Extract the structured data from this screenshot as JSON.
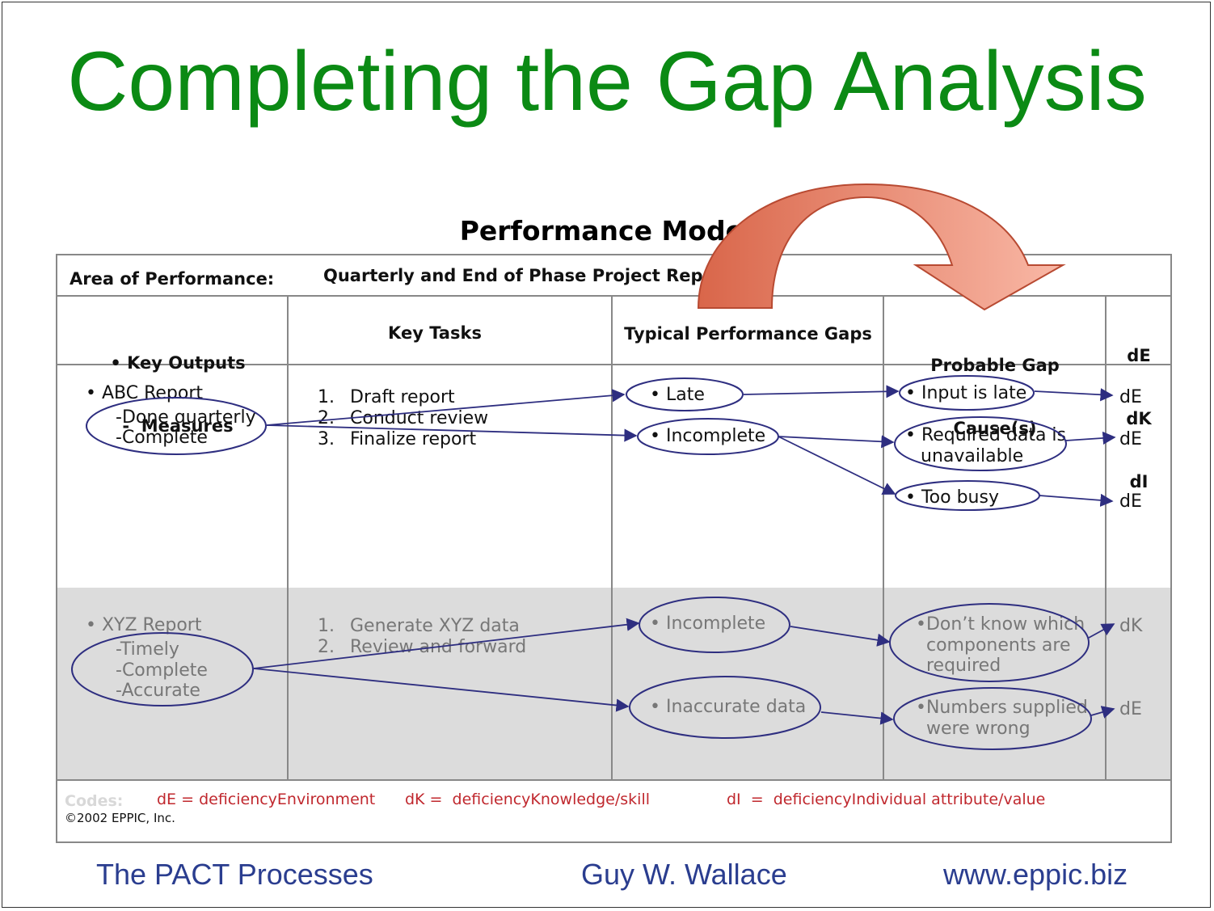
{
  "title": "Completing the Gap Analysis",
  "model_title": "Performance Model",
  "area": {
    "label": "Area of Performance:",
    "value": "Quarterly and End of Phase Project Reporting"
  },
  "columns": {
    "outputs_line1": "• Key Outputs",
    "outputs_line2": "-  Measures",
    "tasks": "Key Tasks",
    "gaps": "Typical Performance Gaps",
    "causes_line1": "Probable Gap",
    "causes_line2": "Cause(s)",
    "codes_line1": "dE",
    "codes_line2": "dK",
    "codes_line3": "dI"
  },
  "row1": {
    "output": "• ABC Report",
    "measures": [
      "-Done quarterly",
      "-Complete"
    ],
    "tasks": [
      {
        "num": "1.",
        "text": "Draft report"
      },
      {
        "num": "2.",
        "text": "Conduct review"
      },
      {
        "num": "3.",
        "text": "Finalize report"
      }
    ],
    "gaps": [
      "• Late",
      "• Incomplete"
    ],
    "causes": [
      [
        "• Input is late"
      ],
      [
        "• Required data is",
        "unavailable"
      ],
      [
        "• Too busy"
      ]
    ],
    "codes": [
      "dE",
      "dE",
      "dE"
    ]
  },
  "row2": {
    "output": "• XYZ Report",
    "measures": [
      "-Timely",
      "-Complete",
      "-Accurate"
    ],
    "tasks": [
      {
        "num": "1.",
        "text": "Generate XYZ data"
      },
      {
        "num": "2.",
        "text": "Review and forward"
      }
    ],
    "gaps": [
      "• Incomplete",
      "• Inaccurate data"
    ],
    "causes": [
      [
        "•Don’t know which",
        "components are",
        "required"
      ],
      [
        "•Numbers supplied",
        "were wrong"
      ]
    ],
    "codes": [
      "dK",
      "dE"
    ]
  },
  "legend": {
    "label": "Codes:",
    "de": "dE = deficiencyEnvironment",
    "dk": "dK =  deficiencyKnowledge/skill",
    "di": "dI  =  deficiencyIndividual attribute/value"
  },
  "copyright": "©2002 EPPIC, Inc.",
  "footer": {
    "left": "The PACT Processes",
    "center": "Guy W. Wallace",
    "right": "www.eppic.biz"
  },
  "colors": {
    "title": "#0b8a14",
    "ellipse": "#2e2e80",
    "arrow_fill": "#e8866c",
    "code_red": "#c0282e",
    "footer_blue": "#2a3d8f",
    "row2_bg": "#dcdcdc"
  }
}
